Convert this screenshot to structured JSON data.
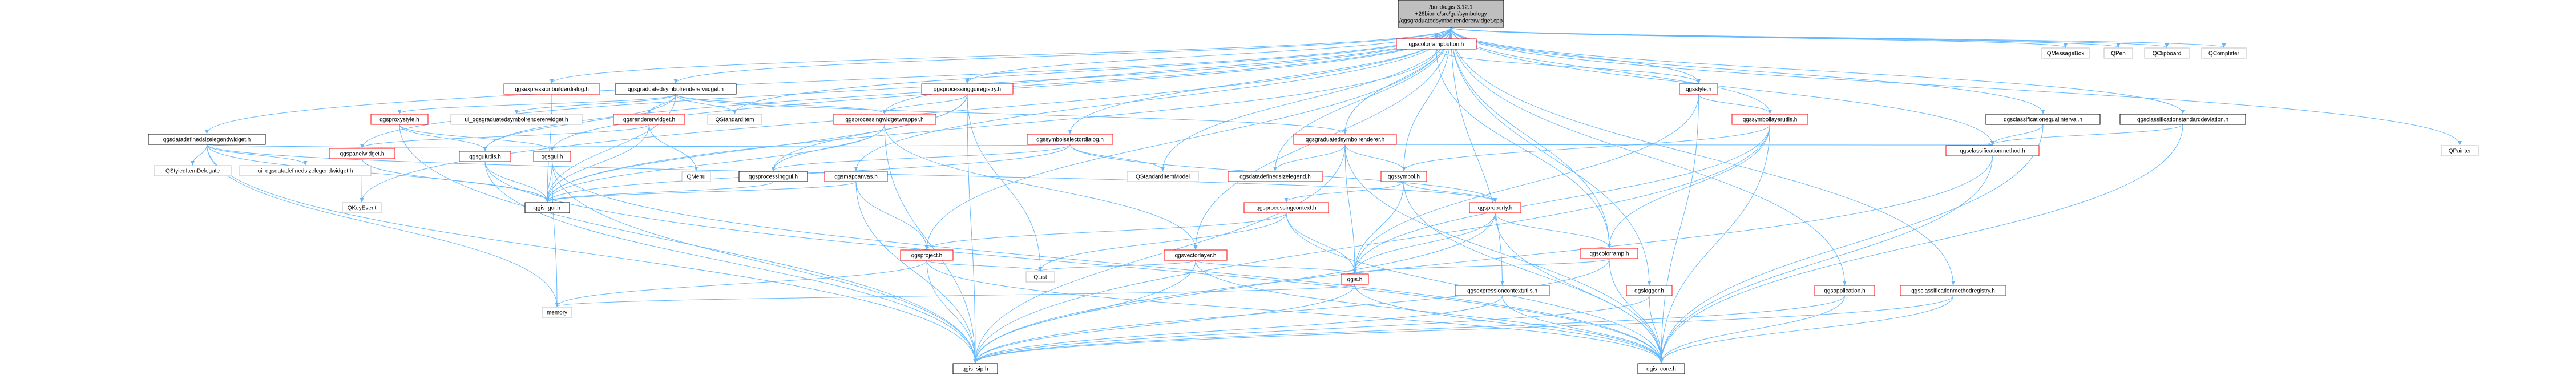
{
  "diagram": {
    "type": "include-dependency-graph",
    "colors": {
      "root_fill": "#bfbfbf",
      "node_fill": "#ffffff",
      "border_linked": "#ff0000",
      "border_plain": "#000000",
      "border_external": "#bfbfbf",
      "edge": "#63b8ff",
      "text": "#000000"
    },
    "nodes": [
      {
        "id": "root",
        "kind": "root",
        "lines": [
          "/build/qgis-3.12.1",
          "+28bionic/src/gui/symbology",
          "/qgsgraduatedsymbolrendererwidget.cpp"
        ]
      },
      {
        "id": "qgsgraduatedsymbolrendererwidget_h",
        "kind": "plain",
        "lines": [
          "qgsgraduatedsymbolrendererwidget.h"
        ]
      },
      {
        "id": "qgsdatadefinedsizelegendwidget_h",
        "kind": "plain",
        "lines": [
          "qgsdatadefinedsizelegendwidget.h"
        ]
      },
      {
        "id": "qgsexpressionbuilderdialog_h",
        "kind": "linked",
        "lines": [
          "qgsexpressionbuilderdialog.h"
        ]
      },
      {
        "id": "qgsprocessingguiregistry_h",
        "kind": "linked",
        "lines": [
          "qgsprocessingguiregistry.h"
        ]
      },
      {
        "id": "qgscolorrampbutton_h",
        "kind": "linked",
        "lines": [
          "qgscolorrampbutton.h"
        ]
      },
      {
        "id": "qgsstyle_h",
        "kind": "linked",
        "lines": [
          "qgsstyle.h"
        ]
      },
      {
        "id": "qgssymbollayerutils_h",
        "kind": "linked",
        "lines": [
          "qgssymbollayerutils.h"
        ]
      },
      {
        "id": "qgsclassificationequalinterval_h",
        "kind": "plain",
        "lines": [
          "qgsclassificationequalinterval.h"
        ]
      },
      {
        "id": "qgsclassificationstandarddeviation_h",
        "kind": "plain",
        "lines": [
          "qgsclassificationstandarddeviation.h"
        ]
      },
      {
        "id": "QMessageBox",
        "kind": "external",
        "lines": [
          "QMessageBox"
        ]
      },
      {
        "id": "QPen",
        "kind": "external",
        "lines": [
          "QPen"
        ]
      },
      {
        "id": "QClipboard",
        "kind": "external",
        "lines": [
          "QClipboard"
        ]
      },
      {
        "id": "QCompleter",
        "kind": "external",
        "lines": [
          "QCompleter"
        ]
      },
      {
        "id": "qgsproxystyle_h",
        "kind": "linked",
        "lines": [
          "qgsproxystyle.h"
        ]
      },
      {
        "id": "ui_qgsgraduatedsymbolrendererwidget_h",
        "kind": "external",
        "lines": [
          "ui_qgsgraduatedsymbolrendererwidget.h"
        ]
      },
      {
        "id": "QStandardItem",
        "kind": "external",
        "lines": [
          "QStandardItem"
        ]
      },
      {
        "id": "qgsrendererwidget_h",
        "kind": "linked",
        "lines": [
          "qgsrendererwidget.h"
        ]
      },
      {
        "id": "qgsprocessingwidgetwrapper_h",
        "kind": "linked",
        "lines": [
          "qgsprocessingwidgetwrapper.h"
        ]
      },
      {
        "id": "qgssymbolselectordialog_h",
        "kind": "linked",
        "lines": [
          "qgssymbolselectordialog.h"
        ]
      },
      {
        "id": "qgsgraduatedsymbolrenderer_h",
        "kind": "linked",
        "lines": [
          "qgsgraduatedsymbolrenderer.h"
        ]
      },
      {
        "id": "qgsclassificationmethod_h",
        "kind": "linked",
        "lines": [
          "qgsclassificationmethod.h"
        ]
      },
      {
        "id": "QPainter",
        "kind": "external",
        "lines": [
          "QPainter"
        ]
      },
      {
        "id": "QStyledItemDelegate",
        "kind": "external",
        "lines": [
          "QStyledItemDelegate"
        ]
      },
      {
        "id": "ui_qgsdatadefinedsizelegendwidget_h",
        "kind": "external",
        "lines": [
          "ui_qgsdatadefinedsizelegendwidget.h"
        ]
      },
      {
        "id": "qgspanelwidget_h",
        "kind": "linked",
        "lines": [
          "qgspanelwidget.h"
        ]
      },
      {
        "id": "qgsguiutils_h",
        "kind": "linked",
        "lines": [
          "qgsguiutils.h"
        ]
      },
      {
        "id": "qgsgui_h",
        "kind": "linked",
        "lines": [
          "qgsgui.h"
        ]
      },
      {
        "id": "QMenu",
        "kind": "external",
        "lines": [
          "QMenu"
        ]
      },
      {
        "id": "qgsprocessinggui_h",
        "kind": "plain",
        "lines": [
          "qgsprocessinggui.h"
        ]
      },
      {
        "id": "qgsmapcanvas_h",
        "kind": "linked",
        "lines": [
          "qgsmapcanvas.h"
        ]
      },
      {
        "id": "QStandardItemModel",
        "kind": "external",
        "lines": [
          "QStandardItemModel"
        ]
      },
      {
        "id": "qgsdatadefinedsizelegend_h",
        "kind": "linked",
        "lines": [
          "qgsdatadefinedsizelegend.h"
        ]
      },
      {
        "id": "qgssymbol_h",
        "kind": "linked",
        "lines": [
          "qgssymbol.h"
        ]
      },
      {
        "id": "qgsproperty_h",
        "kind": "linked",
        "lines": [
          "qgsproperty.h"
        ]
      },
      {
        "id": "QKeyEvent",
        "kind": "external",
        "lines": [
          "QKeyEvent"
        ]
      },
      {
        "id": "qgis_gui_h",
        "kind": "plain",
        "lines": [
          "qgis_gui.h"
        ]
      },
      {
        "id": "qgsprocessingcontext_h",
        "kind": "linked",
        "lines": [
          "qgsprocessingcontext.h"
        ]
      },
      {
        "id": "qgscolorramp_h",
        "kind": "linked",
        "lines": [
          "qgscolorramp.h"
        ]
      },
      {
        "id": "qgsproject_h",
        "kind": "linked",
        "lines": [
          "qgsproject.h"
        ]
      },
      {
        "id": "qgsvectorlayer_h",
        "kind": "linked",
        "lines": [
          "qgsvectorlayer.h"
        ]
      },
      {
        "id": "QList",
        "kind": "external",
        "lines": [
          "QList"
        ]
      },
      {
        "id": "qgis_h",
        "kind": "linked",
        "lines": [
          "qgis.h"
        ]
      },
      {
        "id": "qgsexpressioncontextutils_h",
        "kind": "linked",
        "lines": [
          "qgsexpressioncontextutils.h"
        ]
      },
      {
        "id": "qgslogger_h",
        "kind": "linked",
        "lines": [
          "qgslogger.h"
        ]
      },
      {
        "id": "qgsapplication_h",
        "kind": "linked",
        "lines": [
          "qgsapplication.h"
        ]
      },
      {
        "id": "qgsclassificationmethodregistry_h",
        "kind": "linked",
        "lines": [
          "qgsclassificationmethodregistry.h"
        ]
      },
      {
        "id": "memory",
        "kind": "external",
        "lines": [
          "memory"
        ]
      },
      {
        "id": "qgis_sip_h",
        "kind": "plain",
        "lines": [
          "qgis_sip.h"
        ]
      },
      {
        "id": "qgis_core_h",
        "kind": "plain",
        "lines": [
          "qgis_core.h"
        ]
      }
    ],
    "edges": [
      [
        "root",
        "qgsgraduatedsymbolrendererwidget_h"
      ],
      [
        "root",
        "qgsdatadefinedsizelegendwidget_h"
      ],
      [
        "root",
        "qgsexpressionbuilderdialog_h"
      ],
      [
        "root",
        "qgsprocessingguiregistry_h"
      ],
      [
        "root",
        "qgscolorrampbutton_h"
      ],
      [
        "root",
        "qgsstyle_h"
      ],
      [
        "root",
        "qgssymbollayerutils_h"
      ],
      [
        "root",
        "qgsclassificationequalinterval_h"
      ],
      [
        "root",
        "qgsclassificationstandarddeviation_h"
      ],
      [
        "root",
        "QMessageBox"
      ],
      [
        "root",
        "QPen"
      ],
      [
        "root",
        "QClipboard"
      ],
      [
        "root",
        "QCompleter"
      ],
      [
        "root",
        "QPainter"
      ],
      [
        "root",
        "QKeyEvent"
      ],
      [
        "root",
        "QStandardItem"
      ],
      [
        "root",
        "qgspanelwidget_h"
      ],
      [
        "root",
        "qgssymbolselectordialog_h"
      ],
      [
        "root",
        "QStandardItemModel"
      ],
      [
        "root",
        "qgsdatadefinedsizelegend_h"
      ],
      [
        "root",
        "qgssymbol_h"
      ],
      [
        "root",
        "qgsmapcanvas_h"
      ],
      [
        "root",
        "qgsprocessingwidgetwrapper_h"
      ],
      [
        "root",
        "qgsvectorlayer_h"
      ],
      [
        "root",
        "qgsproject_h"
      ],
      [
        "root",
        "qgscolorramp_h"
      ],
      [
        "root",
        "qgsexpressioncontextutils_h"
      ],
      [
        "root",
        "qgslogger_h"
      ],
      [
        "root",
        "qgsapplication_h"
      ],
      [
        "root",
        "qgsclassificationmethodregistry_h"
      ],
      [
        "root",
        "qgsguiutils_h"
      ],
      [
        "root",
        "qgsgui_h"
      ],
      [
        "root",
        "qgsclassificationmethod_h"
      ],
      [
        "root",
        "qgsgraduatedsymbolrenderer_h"
      ],
      [
        "qgsgraduatedsymbolrendererwidget_h",
        "qgsproxystyle_h"
      ],
      [
        "qgsgraduatedsymbolrendererwidget_h",
        "ui_qgsgraduatedsymbolrendererwidget_h"
      ],
      [
        "qgsgraduatedsymbolrendererwidget_h",
        "QStandardItem"
      ],
      [
        "qgsgraduatedsymbolrendererwidget_h",
        "qgsrendererwidget_h"
      ],
      [
        "qgsgraduatedsymbolrendererwidget_h",
        "qgsprocessingwidgetwrapper_h"
      ],
      [
        "qgsgraduatedsymbolrendererwidget_h",
        "qgsgraduatedsymbolrenderer_h"
      ],
      [
        "qgsgraduatedsymbolrendererwidget_h",
        "qgis_gui_h"
      ],
      [
        "qgsgraduatedsymbolrendererwidget_h",
        "qgsguiutils_h"
      ],
      [
        "qgsdatadefinedsizelegendwidget_h",
        "QStyledItemDelegate"
      ],
      [
        "qgsdatadefinedsizelegendwidget_h",
        "ui_qgsdatadefinedsizelegendwidget_h"
      ],
      [
        "qgsdatadefinedsizelegendwidget_h",
        "qgspanelwidget_h"
      ],
      [
        "qgsdatadefinedsizelegendwidget_h",
        "qgis_gui_h"
      ],
      [
        "qgsdatadefinedsizelegendwidget_h",
        "memory"
      ],
      [
        "qgsdatadefinedsizelegendwidget_h",
        "qgis_sip_h"
      ],
      [
        "qgsdatadefinedsizelegendwidget_h",
        "qgsproperty_h"
      ],
      [
        "qgsprocessingguiregistry_h",
        "qgsprocessingwidgetwrapper_h"
      ],
      [
        "qgsprocessingguiregistry_h",
        "qgsprocessinggui_h"
      ],
      [
        "qgsprocessingguiregistry_h",
        "qgis_gui_h"
      ],
      [
        "qgsprocessingguiregistry_h",
        "qgis_sip_h"
      ],
      [
        "qgsprocessingguiregistry_h",
        "QList"
      ],
      [
        "qgscolorrampbutton_h",
        "qgsstyle_h"
      ],
      [
        "qgscolorrampbutton_h",
        "qgscolorramp_h"
      ],
      [
        "qgscolorrampbutton_h",
        "qgis_gui_h"
      ],
      [
        "qgsstyle_h",
        "qgssymbollayerutils_h"
      ],
      [
        "qgsstyle_h",
        "qgis_core_h"
      ],
      [
        "qgsstyle_h",
        "qgis_h"
      ],
      [
        "qgssymbollayerutils_h",
        "qgssymbol_h"
      ],
      [
        "qgssymbollayerutils_h",
        "qgis_core_h"
      ],
      [
        "qgssymbollayerutils_h",
        "qgis_h"
      ],
      [
        "qgssymbollayerutils_h",
        "qgscolorramp_h"
      ],
      [
        "qgssymbollayerutils_h",
        "qgis_sip_h"
      ],
      [
        "qgsclassificationequalinterval_h",
        "qgsclassificationmethod_h"
      ],
      [
        "qgsclassificationequalinterval_h",
        "qgis_core_h"
      ],
      [
        "qgsclassificationstandarddeviation_h",
        "qgsclassificationmethod_h"
      ],
      [
        "qgsclassificationstandarddeviation_h",
        "qgis_core_h"
      ],
      [
        "qgsproxystyle_h",
        "qgsguiutils_h"
      ],
      [
        "qgsproxystyle_h",
        "qgsgui_h"
      ],
      [
        "qgsproxystyle_h",
        "qgis_sip_h"
      ],
      [
        "qgsrendererwidget_h",
        "QMenu"
      ],
      [
        "qgsrendererwidget_h",
        "qgspanelwidget_h"
      ],
      [
        "qgsrendererwidget_h",
        "qgis_gui_h"
      ],
      [
        "qgsprocessingwidgetwrapper_h",
        "qgsprocessinggui_h"
      ],
      [
        "qgsprocessingwidgetwrapper_h",
        "qgsvectorlayer_h"
      ],
      [
        "qgsprocessingwidgetwrapper_h",
        "qgis_sip_h"
      ],
      [
        "qgsprocessingwidgetwrapper_h",
        "qgis_gui_h"
      ],
      [
        "qgssymbolselectordialog_h",
        "qgis_gui_h"
      ],
      [
        "qgssymbolselectordialog_h",
        "QStandardItemModel"
      ],
      [
        "qgssymbolselectordialog_h",
        "qgspanelwidget_h"
      ],
      [
        "qgssymbolselectordialog_h",
        "qgsproperty_h"
      ],
      [
        "qgssymbolselectordialog_h",
        "qgsprocessinggui_h"
      ],
      [
        "qgsgraduatedsymbolrenderer_h",
        "qgsdatadefinedsizelegend_h"
      ],
      [
        "qgsgraduatedsymbolrenderer_h",
        "qgssymbol_h"
      ],
      [
        "qgsgraduatedsymbolrenderer_h",
        "qgsclassificationmethod_h"
      ],
      [
        "qgsgraduatedsymbolrenderer_h",
        "qgis_core_h"
      ],
      [
        "qgsgraduatedsymbolrenderer_h",
        "qgis_sip_h"
      ],
      [
        "qgsgraduatedsymbolrenderer_h",
        "qgis_h"
      ],
      [
        "qgsclassificationmethod_h",
        "qgis_core_h"
      ],
      [
        "qgsclassificationmethod_h",
        "qgis_sip_h"
      ],
      [
        "qgspanelwidget_h",
        "QKeyEvent"
      ],
      [
        "qgspanelwidget_h",
        "qgis_gui_h"
      ],
      [
        "qgsguiutils_h",
        "qgis_gui_h"
      ],
      [
        "qgsguiutils_h",
        "qgis_sip_h"
      ],
      [
        "qgsguiutils_h",
        "qgis_core_h"
      ],
      [
        "qgsgui_h",
        "qgis_gui_h"
      ],
      [
        "qgsgui_h",
        "qgis_sip_h"
      ],
      [
        "qgsgui_h",
        "memory"
      ],
      [
        "qgsgui_h",
        "qgis_core_h"
      ],
      [
        "qgsprocessinggui_h",
        "qgis_gui_h"
      ],
      [
        "qgsmapcanvas_h",
        "qgis_gui_h"
      ],
      [
        "qgsmapcanvas_h",
        "qgis_sip_h"
      ],
      [
        "qgsmapcanvas_h",
        "qgsproject_h"
      ],
      [
        "qgssymbol_h",
        "qgsproperty_h"
      ],
      [
        "qgssymbol_h",
        "qgis_h"
      ],
      [
        "qgssymbol_h",
        "qgis_core_h"
      ],
      [
        "qgssymbol_h",
        "qgsprocessingcontext_h"
      ],
      [
        "qgsproperty_h",
        "qgis_core_h"
      ],
      [
        "qgsproperty_h",
        "qgis_h"
      ],
      [
        "qgsproperty_h",
        "qgis_sip_h"
      ],
      [
        "qgsproperty_h",
        "qgscolorramp_h"
      ],
      [
        "qgsprocessingcontext_h",
        "qgis_core_h"
      ],
      [
        "qgsprocessingcontext_h",
        "qgsproject_h"
      ],
      [
        "qgsprocessingcontext_h",
        "QList"
      ],
      [
        "qgsprocessingcontext_h",
        "qgis_h"
      ],
      [
        "qgscolorramp_h",
        "qgis_h"
      ],
      [
        "qgscolorramp_h",
        "qgis_core_h"
      ],
      [
        "qgscolorramp_h",
        "qgis_sip_h"
      ],
      [
        "qgsproject_h",
        "memory"
      ],
      [
        "qgsproject_h",
        "qgis_core_h"
      ],
      [
        "qgsproject_h",
        "qgis_sip_h"
      ],
      [
        "qgsproject_h",
        "QList"
      ],
      [
        "qgsvectorlayer_h",
        "qgis_h"
      ],
      [
        "qgsvectorlayer_h",
        "QList"
      ],
      [
        "qgsvectorlayer_h",
        "qgis_core_h"
      ],
      [
        "qgsvectorlayer_h",
        "qgis_sip_h"
      ],
      [
        "qgis_h",
        "qgis_sip_h"
      ],
      [
        "qgis_h",
        "qgis_core_h"
      ],
      [
        "qgis_h",
        "memory"
      ],
      [
        "qgsexpressioncontextutils_h",
        "qgis_core_h"
      ],
      [
        "qgsexpressioncontextutils_h",
        "qgis_sip_h"
      ],
      [
        "qgslogger_h",
        "qgis_core_h"
      ],
      [
        "qgslogger_h",
        "qgis_sip_h"
      ],
      [
        "qgsapplication_h",
        "qgis_core_h"
      ],
      [
        "qgsapplication_h",
        "qgis_sip_h"
      ],
      [
        "qgsclassificationmethodregistry_h",
        "qgis_core_h"
      ],
      [
        "qgsclassificationmethodregistry_h",
        "qgis_sip_h"
      ],
      [
        "qgsexpressionbuilderdialog_h",
        "qgis_gui_h"
      ]
    ]
  }
}
